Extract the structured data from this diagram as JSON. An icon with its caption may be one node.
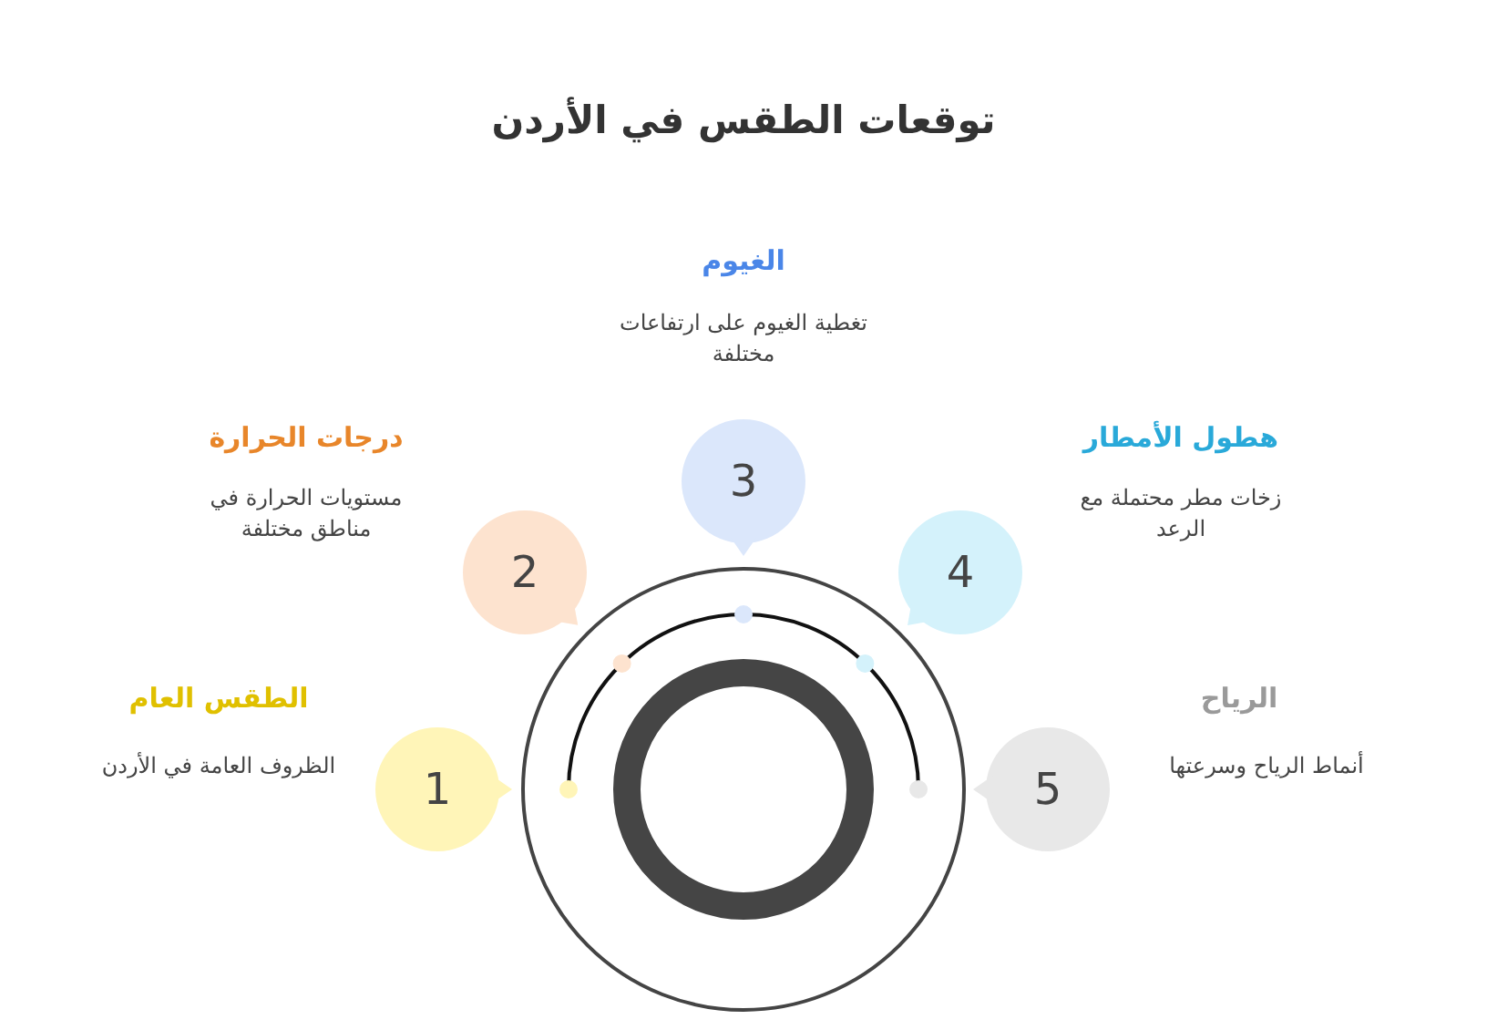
{
  "diagram": {
    "title": "توقعات الطقس في الأردن",
    "nodes": [
      {
        "text": [
          "1"
        ],
        "beside": [
          "الطقس العام",
          "الظروف العامة في الأردن"
        ]
      },
      {
        "text": [
          "2"
        ],
        "beside": [
          "درجات الحرارة",
          "مستويات الحرارة في مناطق مختلفة"
        ]
      },
      {
        "text": [
          "3"
        ],
        "beside": [
          "الغيوم",
          "تغطية الغيوم على ارتفاعات مختلفة"
        ]
      },
      {
        "text": [
          "4"
        ],
        "beside": [
          "هطول الأمطار",
          "زخات مطر محتملة مع الرعد"
        ]
      },
      {
        "text": [
          "5"
        ],
        "beside": [
          "الرياح",
          "أنماط الرياح وسرعتها"
        ]
      }
    ]
  }
}
